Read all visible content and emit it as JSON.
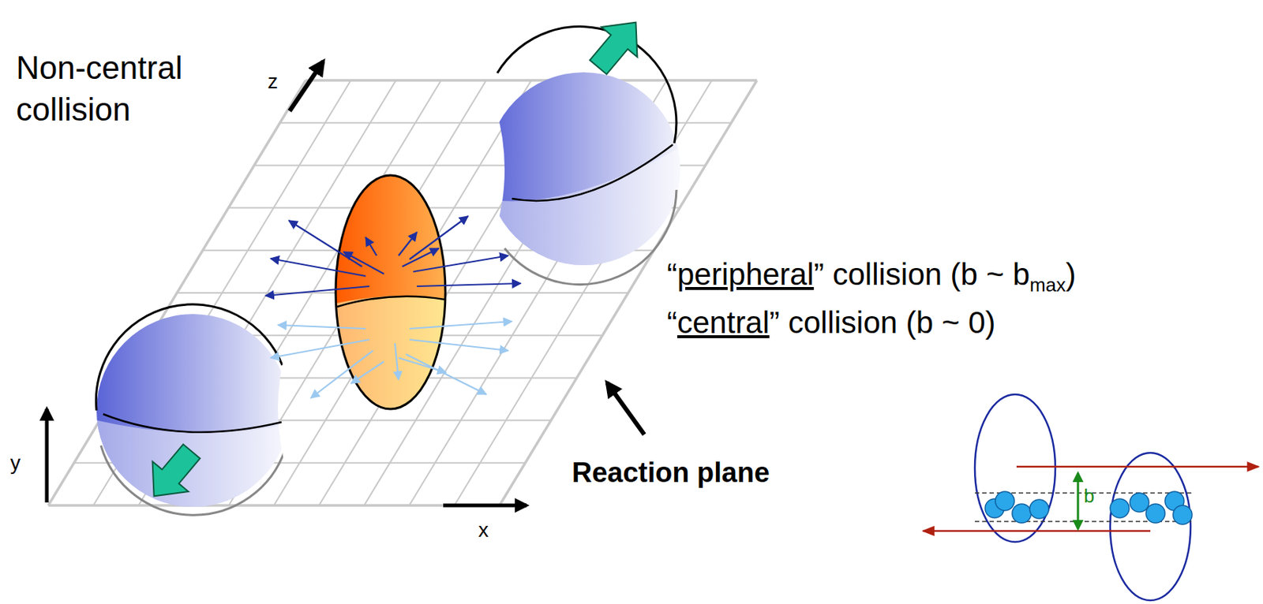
{
  "diagram": {
    "title": "Non-central collision",
    "labels": [
      "z",
      "y",
      "x",
      "Reaction plane",
      "b",
      "“",
      "peripheral",
      "” collision (b ~ b",
      "max",
      ")",
      "“",
      "central",
      "” collision (b ~ 0)"
    ]
  }
}
